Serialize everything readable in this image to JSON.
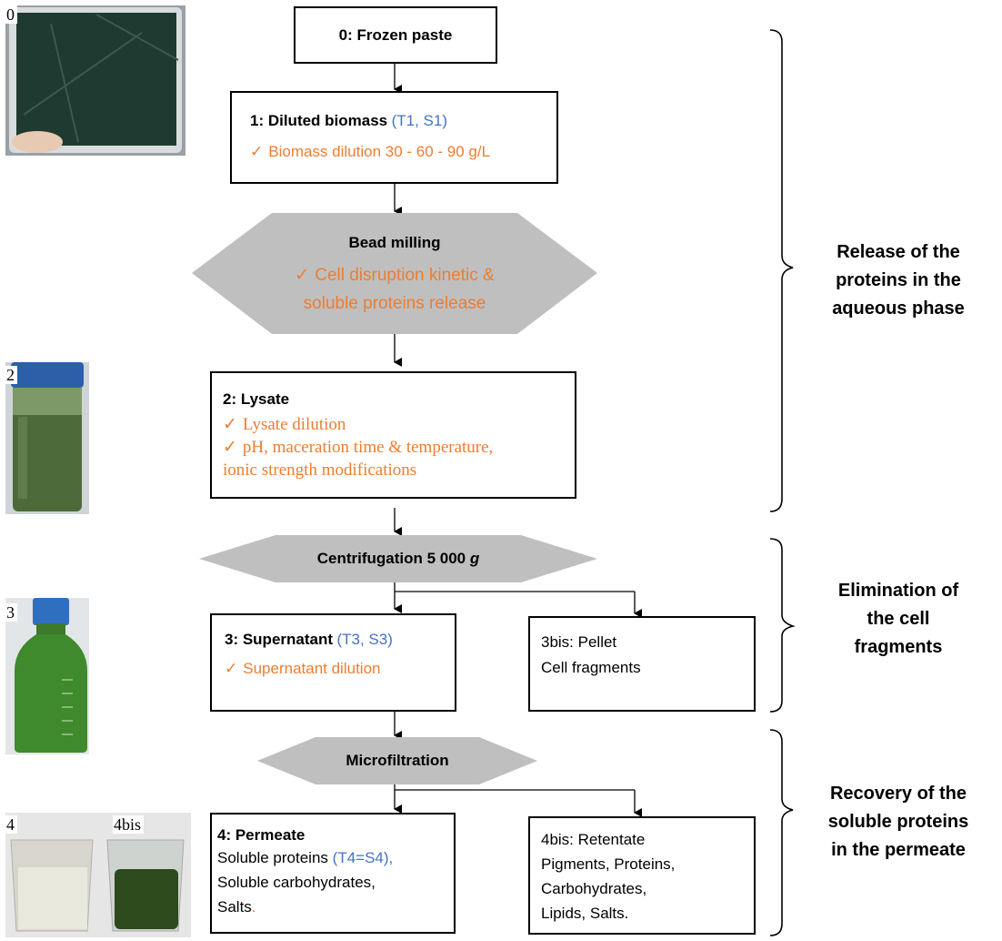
{
  "photos": [
    {
      "label": "0"
    },
    {
      "label": "2"
    },
    {
      "label": "3"
    },
    {
      "label": "4"
    },
    {
      "label": "4bis"
    }
  ],
  "step0": {
    "title": "0: Frozen paste"
  },
  "step1": {
    "title": "1: Diluted biomass",
    "ref": "(T1, S1)",
    "check_item": "Biomass dilution 30 - 60 - 90 g/L"
  },
  "bead_milling": {
    "title": "Bead milling",
    "check_lines": [
      "Cell disruption kinetic &",
      "soluble proteins release"
    ]
  },
  "step2": {
    "title": "2: Lysate",
    "checks": [
      "Lysate dilution"
    ],
    "check2_lines": [
      "pH, maceration time & temperature,",
      "ionic strength modifications"
    ]
  },
  "centrifugation": {
    "label": "Centrifugation 5 000",
    "italic": "g"
  },
  "step3": {
    "title": "3: Supernatant",
    "ref": "(T3, S3)",
    "check_item": "Supernatant dilution"
  },
  "step3bis": {
    "lines": [
      "3bis: Pellet",
      "Cell fragments"
    ]
  },
  "microfiltration": {
    "label": "Microfiltration"
  },
  "step4": {
    "title": "4: Permeate",
    "line1": "Soluble proteins",
    "ref": "(T4=S4),",
    "line2": "Soluble carbohydrates,",
    "line3": "Salts",
    "line3_end": "."
  },
  "step4bis": {
    "lines": [
      "4bis: Retentate",
      "Pigments, Proteins,",
      "Carbohydrates,",
      "Lipids, Salts."
    ]
  },
  "phases": {
    "release": [
      "Release of the",
      "proteins in the",
      "aqueous phase"
    ],
    "elimination": [
      "Elimination of",
      "the cell",
      "fragments"
    ],
    "recovery": [
      "Recovery of the",
      "soluble proteins",
      "in the permeate"
    ]
  },
  "colors": {
    "orange": "#ed7d31",
    "blue": "#4472c4",
    "hex_gray": "#bfbfbf"
  }
}
